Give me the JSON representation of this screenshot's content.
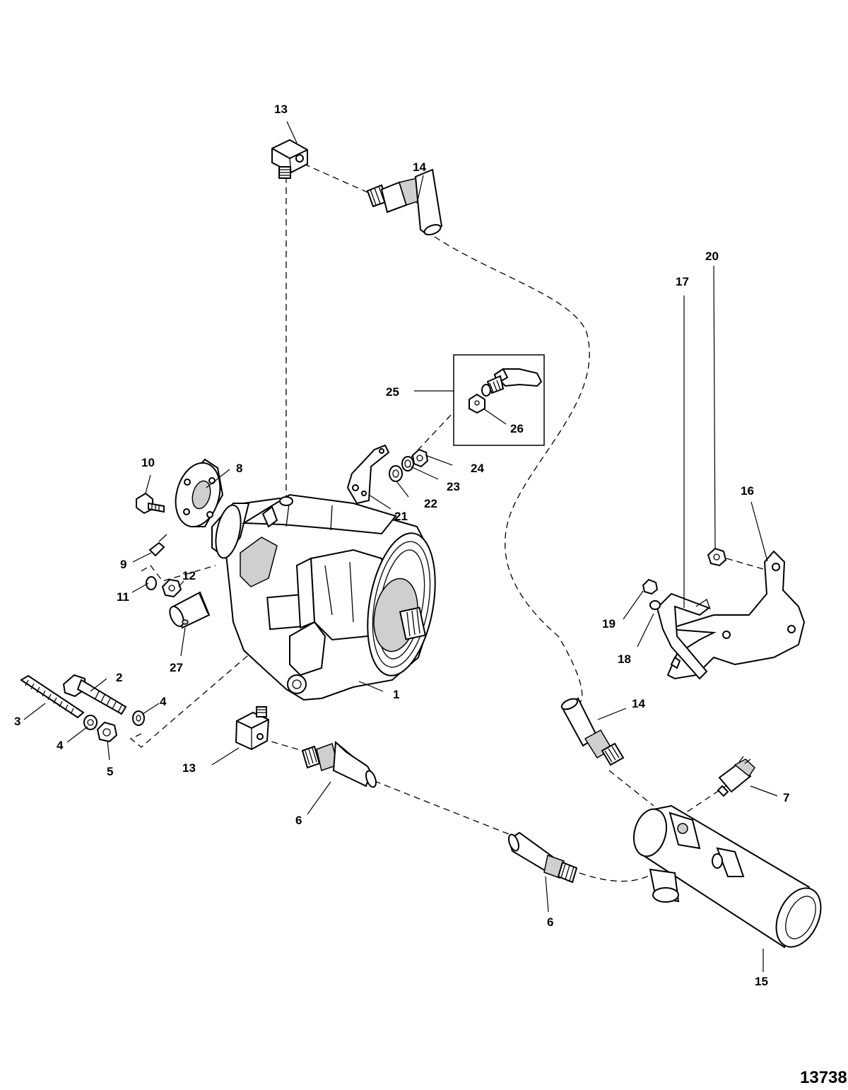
{
  "figure_number": "13738",
  "callouts": {
    "c1": "1",
    "c2": "2",
    "c3": "3",
    "c4a": "4",
    "c4b": "4",
    "c5": "5",
    "c6a": "6",
    "c6b": "6",
    "c7": "7",
    "c8": "8",
    "c9": "9",
    "c10": "10",
    "c11": "11",
    "c12": "12",
    "c13a": "13",
    "c13b": "13",
    "c14a": "14",
    "c14b": "14",
    "c15": "15",
    "c16": "16",
    "c17": "17",
    "c18": "18",
    "c19": "19",
    "c20": "20",
    "c21": "21",
    "c22": "22",
    "c23": "23",
    "c24": "24",
    "c25": "25",
    "c26": "26",
    "c27": "27"
  }
}
